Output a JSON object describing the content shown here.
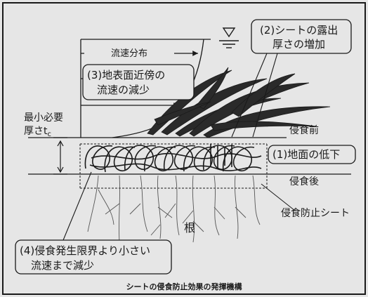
{
  "figure": {
    "caption": "シートの侵食防止効果の発揮機構"
  },
  "labels": {
    "velocity_distribution": "流速分布",
    "note2_line1": "(2)シートの露出",
    "note2_line2": "厚さの増加",
    "note3_line1": "(3)地表面近傍の",
    "note3_line2": "流速の減少",
    "min_thickness_line1": "最小必要",
    "min_thickness_line2": "厚さt",
    "min_thickness_sub": "c",
    "before_erosion": "侵食前",
    "note1": "(1)地面の低下",
    "after_erosion": "侵食後",
    "sheet": "侵食防止シート",
    "root": "根",
    "note4_line1": "(4)侵食発生限界より小さい",
    "note4_line2": "流速まで減少"
  },
  "colors": {
    "background": "#e6e6e6",
    "ink": "#1a1a1a"
  }
}
